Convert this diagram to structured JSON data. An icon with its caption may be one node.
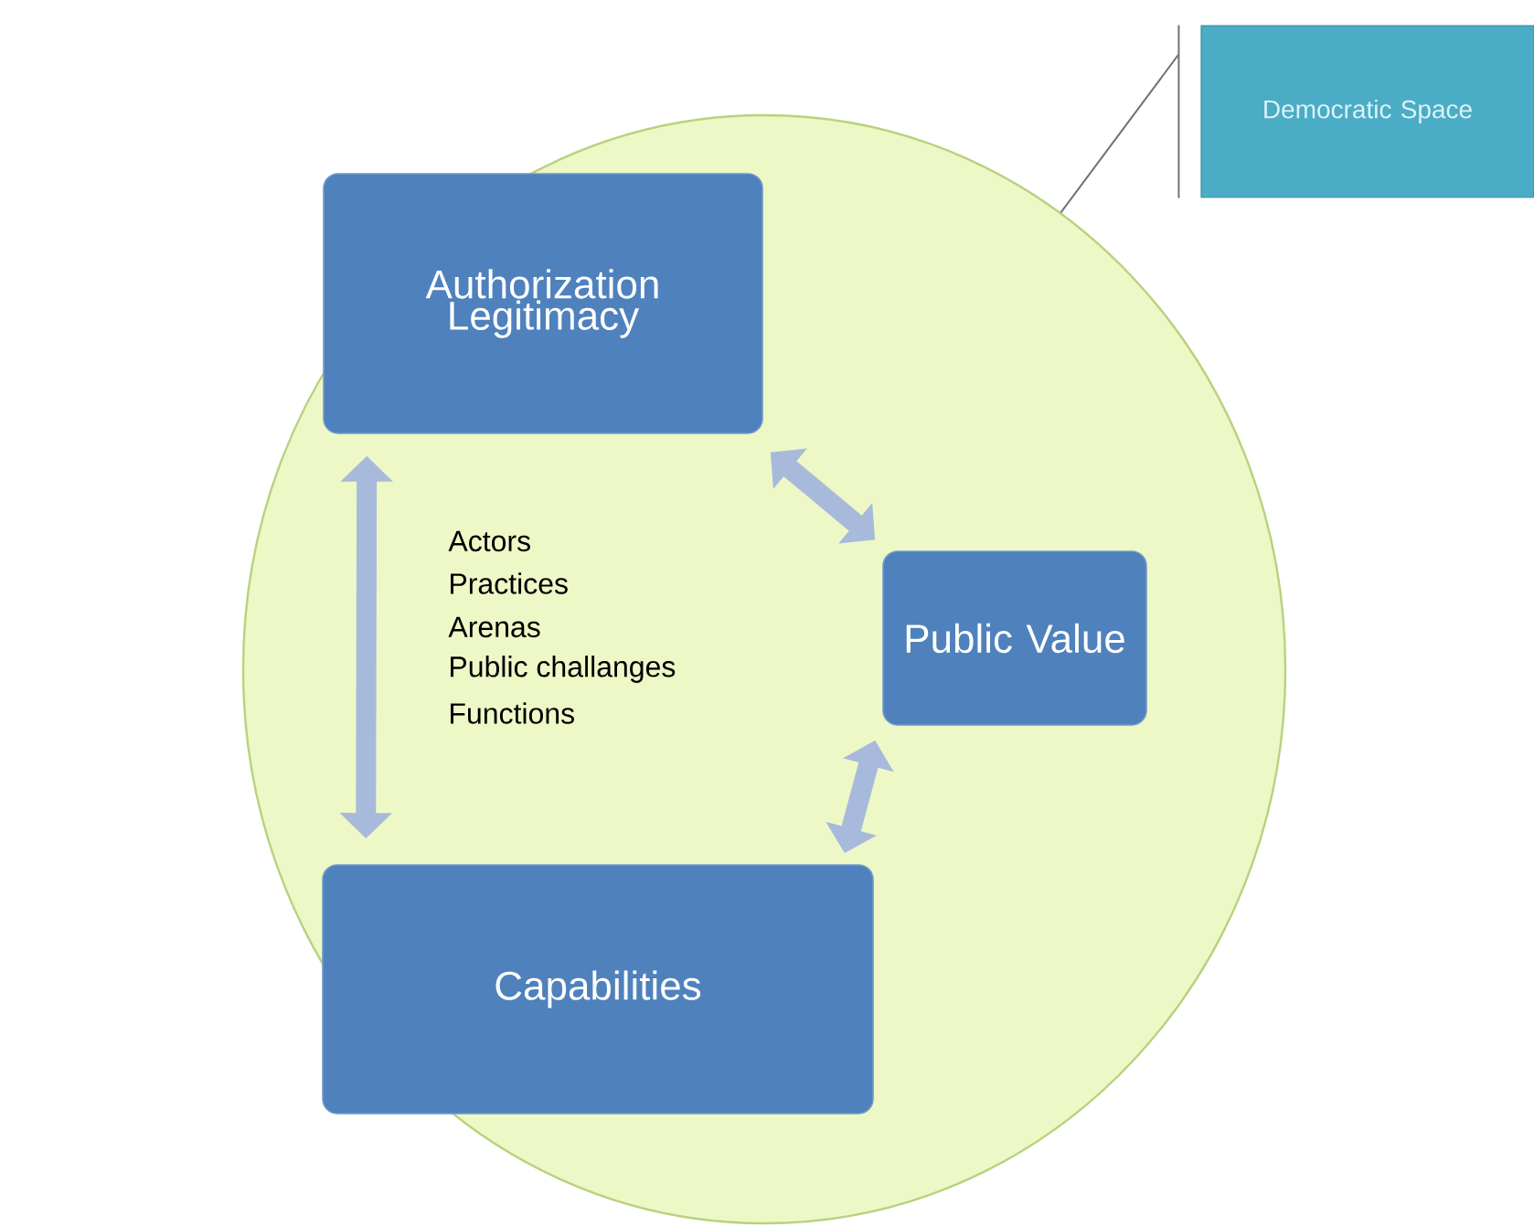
{
  "diagram": {
    "nodes": [
      {
        "text": [
          "Democratic Space"
        ]
      },
      {
        "text": [],
        "shape": "circle"
      },
      {
        "text": [
          "Authorization Legitimacy"
        ],
        "in": 1
      },
      {
        "text": [
          "Public Value"
        ],
        "in": 1
      },
      {
        "text": [
          "Capabilities"
        ],
        "in": 1
      }
    ],
    "edges": [
      {
        "from": 0,
        "to": 1,
        "arrow": "none",
        "color": "#737373"
      },
      {
        "from": 2,
        "to": 3,
        "arrow": "both"
      },
      {
        "from": 2,
        "to": 4,
        "arrow": "both"
      },
      {
        "from": 4,
        "to": 3,
        "arrow": "both"
      }
    ],
    "labels": [
      "Actors",
      "Practices",
      "Arenas",
      "Public challanges",
      "Functions"
    ]
  }
}
